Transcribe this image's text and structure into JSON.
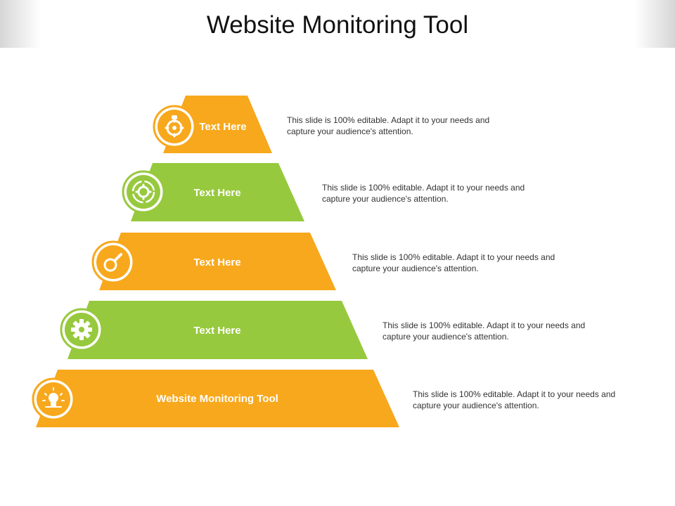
{
  "title": "Website Monitoring Tool",
  "colors": {
    "orange": "#F8A81C",
    "green": "#97C93E"
  },
  "layers": [
    {
      "label": "Text Here",
      "description": "This slide is 100% editable. Adapt it to your needs and capture your audience's attention.",
      "color": "#F8A81C",
      "icon": "bulb-gear-icon"
    },
    {
      "label": "Text Here",
      "description": "This slide is 100% editable. Adapt it to your needs and capture your audience's attention.",
      "color": "#97C93E",
      "icon": "refresh-gear-icon"
    },
    {
      "label": "Text Here",
      "description": "This slide is 100% editable. Adapt it to your needs and capture your audience's attention.",
      "color": "#F8A81C",
      "icon": "magnifier-icon"
    },
    {
      "label": "Text Here",
      "description": "This slide is 100% editable. Adapt it to your needs and capture your audience's attention.",
      "color": "#97C93E",
      "icon": "gear-icon"
    },
    {
      "label": "Website Monitoring Tool",
      "description": "This slide is 100% editable. Adapt it to your needs and capture your audience's attention.",
      "color": "#F8A81C",
      "icon": "lightbulb-icon"
    }
  ]
}
